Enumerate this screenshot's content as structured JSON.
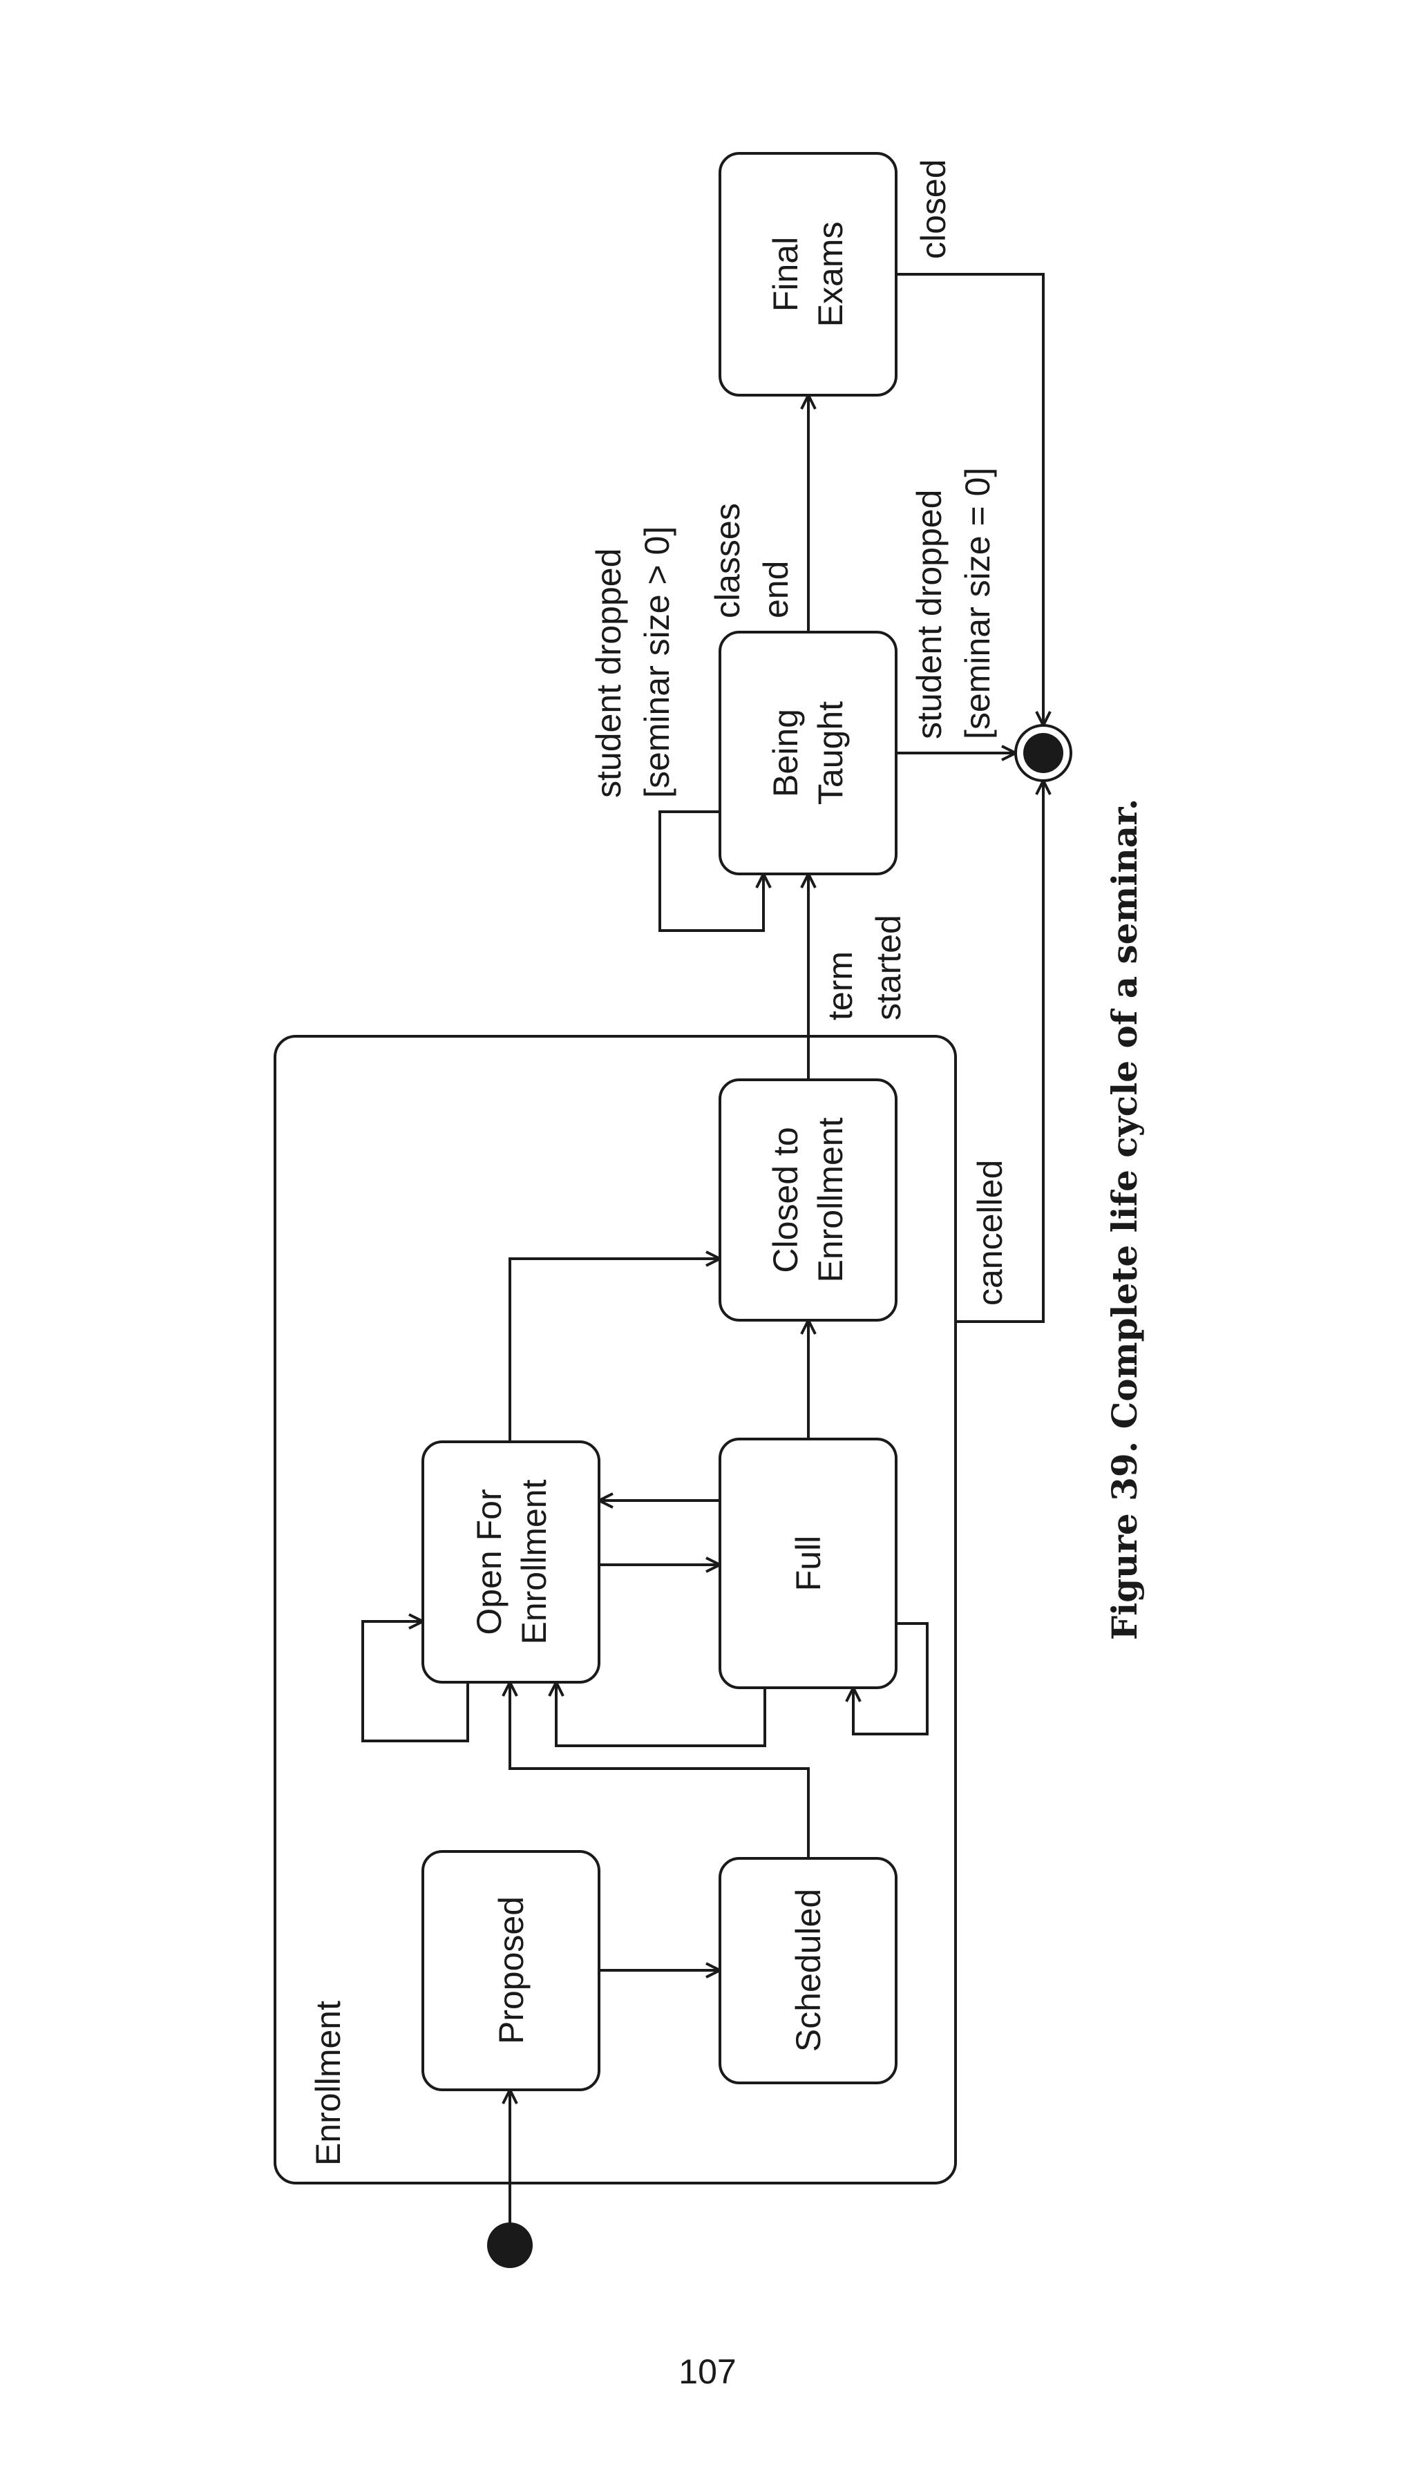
{
  "diagram": {
    "states": {
      "proposed": "Proposed",
      "scheduled": "Scheduled",
      "open_for_enrollment": [
        "Open For",
        "Enrollment"
      ],
      "full": "Full",
      "closed_to_enrollment": [
        "Closed to",
        "Enrollment"
      ],
      "being_taught": [
        "Being",
        "Taught"
      ],
      "final_exams": [
        "Final",
        "Exams"
      ]
    },
    "composite_state": "Enrollment",
    "transitions": {
      "term_started": [
        "term",
        "started"
      ],
      "classes_end": [
        "classes",
        "end"
      ],
      "student_dropped_gt0": [
        "student dropped",
        "[seminar size > 0]"
      ],
      "student_dropped_eq0": [
        "student dropped",
        "[seminar size = 0]"
      ],
      "closed": "closed",
      "cancelled": "cancelled"
    }
  },
  "caption": "Figure 39.  Complete life cycle of a seminar.",
  "page_number": "107"
}
